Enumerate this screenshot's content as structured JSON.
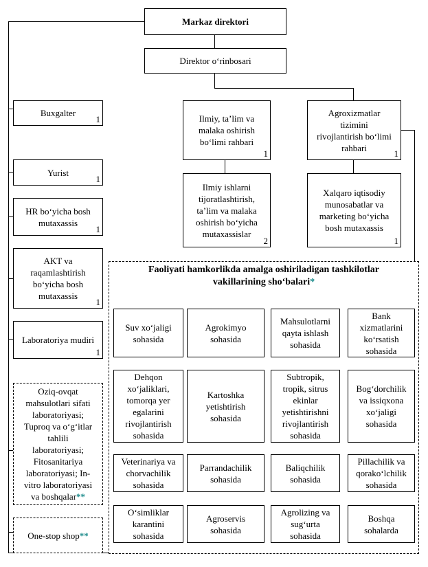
{
  "director": "Markaz direktori",
  "deputy": "Direktor o‘rinbosari",
  "left_units": [
    {
      "label": "Buxgalter",
      "count": "1"
    },
    {
      "label": "Yurist",
      "count": "1"
    },
    {
      "label": "HR bo‘yicha bosh\nmutaxassis",
      "count": "1"
    },
    {
      "label": "AKT va\nraqamlashtirish\nbo‘yicha bosh\nmutaxassis",
      "count": "1"
    },
    {
      "label": "Laboratoriya mudiri",
      "count": "1"
    }
  ],
  "labs": {
    "label": "Oziq-ovqat\nmahsulotlari sifati\nlaboratoriyasi;\nTuproq va o‘g‘itlar\ntahlili\nlaboratoriyasi;\nFitosanitariya\nlaboratoriyasi; In-\nvitro laboratoriyasi\nva boshqalar",
    "mark": "**"
  },
  "one_stop": {
    "label": "One-stop shop",
    "mark": "**"
  },
  "science_head": {
    "label": "Ilmiy, ta’lim va\nmalaka oshirish\nbo‘limi rahbari",
    "count": "1"
  },
  "science_staff": {
    "label": "Ilmiy ishlarni\ntijoratlashtirish,\nta’lim va malaka\noshirish bo‘yicha\nmutaxassislar",
    "count": "2"
  },
  "agro_head": {
    "label": "Agroxizmatlar\ntizimini\nrivojlantirish bo‘limi\nrahbari",
    "count": "1"
  },
  "agro_staff": {
    "label": "Xalqaro iqtisodiy\nmunosabatlar va\nmarketing bo‘yicha\nbosh mutaxassis",
    "count": "1"
  },
  "partners": {
    "title": "Faoliyati hamkorlikda amalga oshiriladigan tashkilotlar\nvakillarining sho‘balari",
    "mark": "*",
    "cells": [
      "Suv xo‘jaligi\nsohasida",
      "Agrokimyo\nsohasida",
      "Mahsulotlarni\nqayta ishlash\nsohasida",
      "Bank\nxizmatlarini\nko‘rsatish\nsohasida",
      "Dehqon\nxo‘jaliklari,\ntomorqa yer\negalarini\nrivojlantirish\nsohasida",
      "Kartoshka\nyetishtirish\nsohasida",
      "Subtropik,\ntropik, sitrus\nekinlar\nyetishtirishni\nrivojlantirish\nsohasida",
      "Bog‘dorchilik\nva issiqxona\nxo‘jaligi\nsohasida",
      "Veterinariya va\nchorvachilik\nsohasida",
      "Parrandachilik\nsohasida",
      "Baliqchilik\nsohasida",
      "Pillachilik va\nqorako‘lchilik\nsohasida",
      "O‘simliklar\nkarantini\nsohasida",
      "Agroservis\nsohasida",
      "Agrolizing va\nsug‘urta\nsohasida",
      "Boshqa\nsohalarda"
    ]
  }
}
